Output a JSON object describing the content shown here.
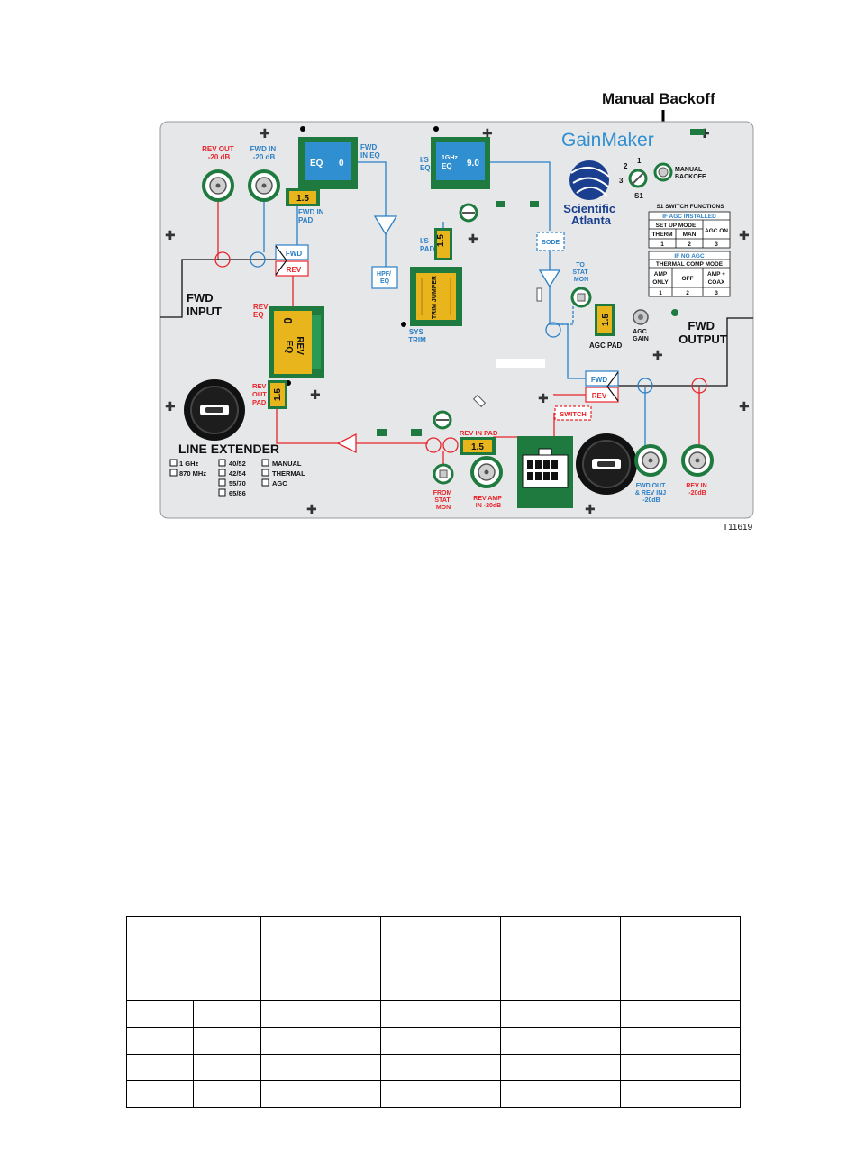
{
  "callout": {
    "title": "Manual Backoff"
  },
  "figure_id": "T11619",
  "brand": {
    "product": "GainMaker",
    "company_line1": "Scientific",
    "company_line2": "Atlanta"
  },
  "ports": {
    "rev_out": [
      "REV OUT",
      "-20 dB"
    ],
    "fwd_in": [
      "FWD IN",
      "-20 dB"
    ],
    "fwd_out": [
      "FWD OUT",
      "& REV INJ",
      "-20dB"
    ],
    "rev_in": [
      "REV IN",
      "-20dB"
    ],
    "rev_amp_in": [
      "REV AMP",
      "IN -20dB"
    ],
    "from_stat_mon": [
      "FROM",
      "STAT",
      "MON"
    ],
    "to_stat_mon": [
      "TO",
      "STAT",
      "MON"
    ],
    "agc_gain": [
      "AGC",
      "GAIN"
    ]
  },
  "labels": {
    "fwd_input": [
      "FWD",
      "INPUT"
    ],
    "fwd_output": [
      "FWD",
      "OUTPUT"
    ],
    "line_extender": "LINE EXTENDER",
    "fwd_in_eq": [
      "FWD",
      "IN EQ"
    ],
    "fwd_in_pad": [
      "FWD IN",
      "PAD"
    ],
    "is_eq": [
      "I/S",
      "EQ"
    ],
    "is_pad": [
      "I/S",
      "PAD"
    ],
    "hpf_eq": [
      "HPF/",
      "EQ"
    ],
    "sys_trim": [
      "SYS",
      "TRIM"
    ],
    "rev_eq": [
      "REV",
      "EQ"
    ],
    "rev_out_pad": [
      "REV",
      "OUT",
      "PAD"
    ],
    "rev_in_pad": "REV IN PAD",
    "agc_pad": "AGC PAD",
    "bode": "BODE",
    "switch": "SWITCH",
    "fwd_tag": "FWD",
    "rev_tag": "REV",
    "manual_backoff": [
      "MANUAL",
      "BACKOFF"
    ],
    "s1": "S1",
    "s1_pos": [
      "1",
      "2",
      "3"
    ]
  },
  "modules": {
    "fwd_eq": {
      "label": "EQ",
      "value": "0"
    },
    "is_eq": {
      "label_top": "1GHz",
      "label": "EQ",
      "value": "9.0"
    },
    "trim_jumper": "TRIM JUMPER",
    "rev_eq": {
      "value": "0",
      "label": [
        "REV",
        "EQ"
      ]
    },
    "pads": {
      "fwd_in": "1.5",
      "is": "1.5",
      "agc": "1.5",
      "rev_out": "1.5",
      "rev_in": "1.5"
    }
  },
  "s1_table": {
    "title": "S1 SWITCH FUNCTIONS",
    "agc_installed": "IF AGC INSTALLED",
    "set_up_mode": "SET UP MODE",
    "agc_on": "AGC ON",
    "therm": "THERM",
    "man": "MAN",
    "row_nums": [
      "1",
      "2",
      "3"
    ],
    "no_agc": "IF NO AGC",
    "thermal_comp_mode": "THERMAL COMP MODE",
    "amp_only": [
      "AMP",
      "ONLY"
    ],
    "off": "OFF",
    "amp_coax": [
      "AMP +",
      "COAX"
    ]
  },
  "checkboxes": {
    "col1": [
      "1 GHz",
      "870 MHz"
    ],
    "col2": [
      "40/52",
      "42/54",
      "55/70",
      "65/86"
    ],
    "col3": [
      "MANUAL",
      "THERMAL",
      "AGC"
    ]
  },
  "colors": {
    "rev": "#e8242a",
    "fwd": "#2a7fc6",
    "module_green": "#1e7a3e",
    "module_blue": "#2f8fd0",
    "pad_yellow": "#e8b51c",
    "panel": "#e6e7e8"
  },
  "table": {
    "rows": 4,
    "head_cols": 5,
    "body_cols": 6
  }
}
